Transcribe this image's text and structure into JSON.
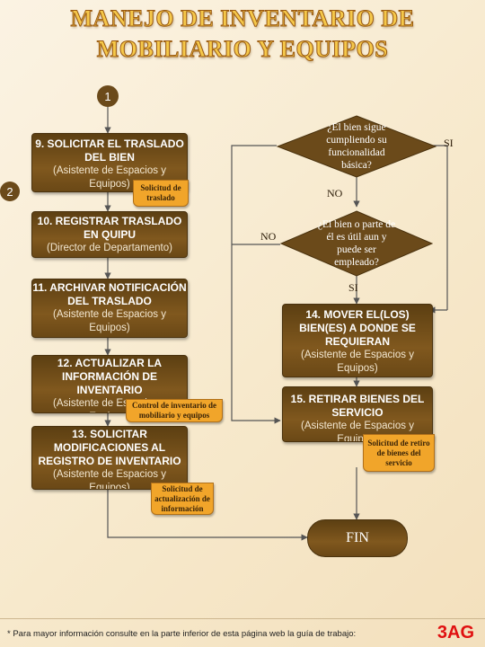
{
  "title": {
    "line1": "MANEJO DE INVENTARIO DE",
    "line2": "MOBILIARIO Y EQUIPOS"
  },
  "connectors": {
    "c1": "1",
    "c2": "2"
  },
  "steps": {
    "s9": {
      "title": "9. SOLICITAR EL TRASLADO DEL BIEN",
      "sub": "(Asistente de Espacios y Equipos)"
    },
    "s10": {
      "title": "10. REGISTRAR TRASLADO EN QUIPU",
      "sub": "(Director de Departamento)"
    },
    "s11": {
      "title": "11. ARCHIVAR NOTIFICACIÓN DEL TRASLADO",
      "sub": "(Asistente de Espacios y Equipos)"
    },
    "s12": {
      "title": "12. ACTUALIZAR LA INFORMACIÓN DE INVENTARIO",
      "sub": "(Asistente de Espacios y Equipos)"
    },
    "s13": {
      "title": "13. SOLICITAR MODIFICACIONES AL REGISTRO DE INVENTARIO",
      "sub": "(Asistente de Espacios y Equipos)"
    },
    "s14": {
      "title": "14. MOVER EL(LOS) BIEN(ES) A DONDE SE REQUIERAN",
      "sub": "(Asistente de Espacios y Equipos)"
    },
    "s15": {
      "title": "15. RETIRAR BIENES DEL SERVICIO",
      "sub": "(Asistente de Espacios y Equipos)"
    }
  },
  "decisions": {
    "d1": "¿El bien sigue cumpliendo su funcionalidad básica?",
    "d2": "¿El bien o parte de él es útil aun y puede ser empleado?"
  },
  "labels": {
    "si1": "SI",
    "no1": "NO",
    "no2": "NO",
    "si2": "SI"
  },
  "documents": {
    "doc1": "Solicitud de traslado",
    "doc2": "Control de inventario de mobiliario y equipos",
    "doc3": "Solicitud de actualización de información",
    "doc4": "Solicitud de retiro de bienes del servicio"
  },
  "end": "FIN",
  "footer": "* Para mayor información consulte en la parte inferior de esta página web la guía de trabajo:",
  "logo": "3AG",
  "colors": {
    "box": "#6b4a1a",
    "document": "#f1a52a",
    "title": "#f5c84a",
    "logo": "#e01010"
  }
}
